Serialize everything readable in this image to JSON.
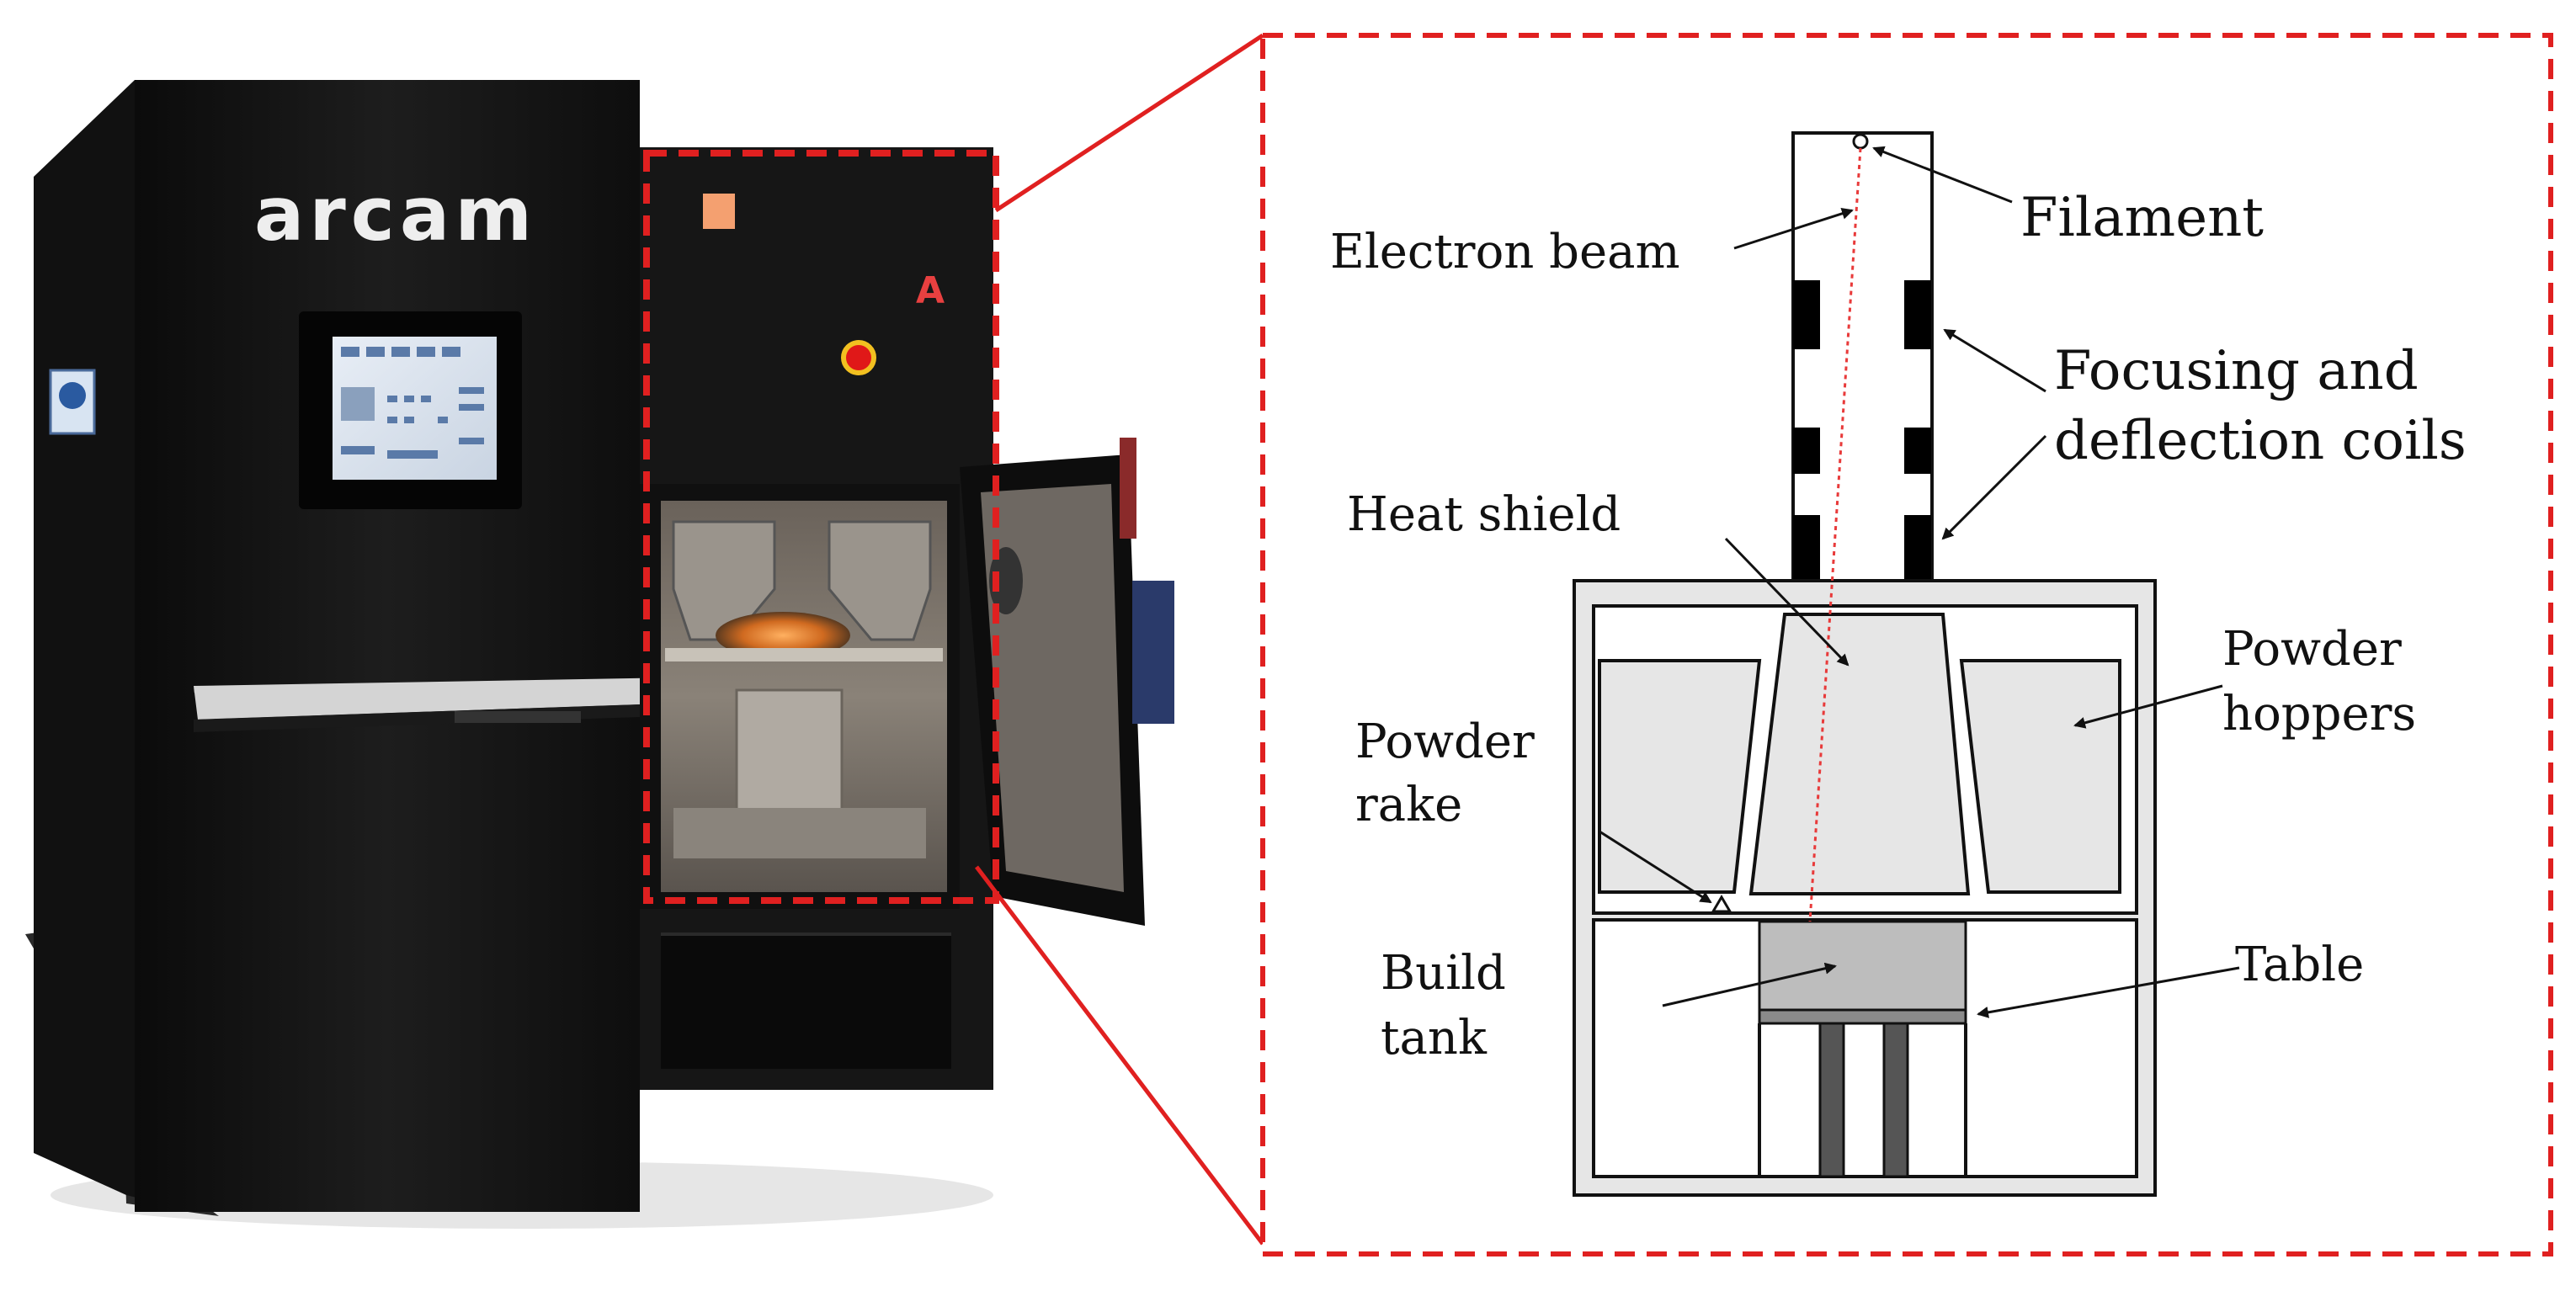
{
  "machine": {
    "brand_logo": "arcam",
    "badge_logo": "A"
  },
  "diagram": {
    "labels": {
      "electron_beam": "Electron beam",
      "filament": "Filament",
      "focusing_line1": "Focusing and",
      "focusing_line2": "deflection coils",
      "heat_shield": "Heat shield",
      "powder_hoppers_line1": "Powder",
      "powder_hoppers_line2": "hoppers",
      "powder_rake_line1": "Powder",
      "powder_rake_line2": "rake",
      "build_tank_line1": "Build",
      "build_tank_line2": "tank",
      "table": "Table"
    }
  },
  "colors": {
    "callout_red": "#e02020",
    "beam_red": "#e83a3a",
    "machine_body": "#141414",
    "chamber_light": "#e6e6e6",
    "build_tank_fill": "#bdbdbd"
  }
}
